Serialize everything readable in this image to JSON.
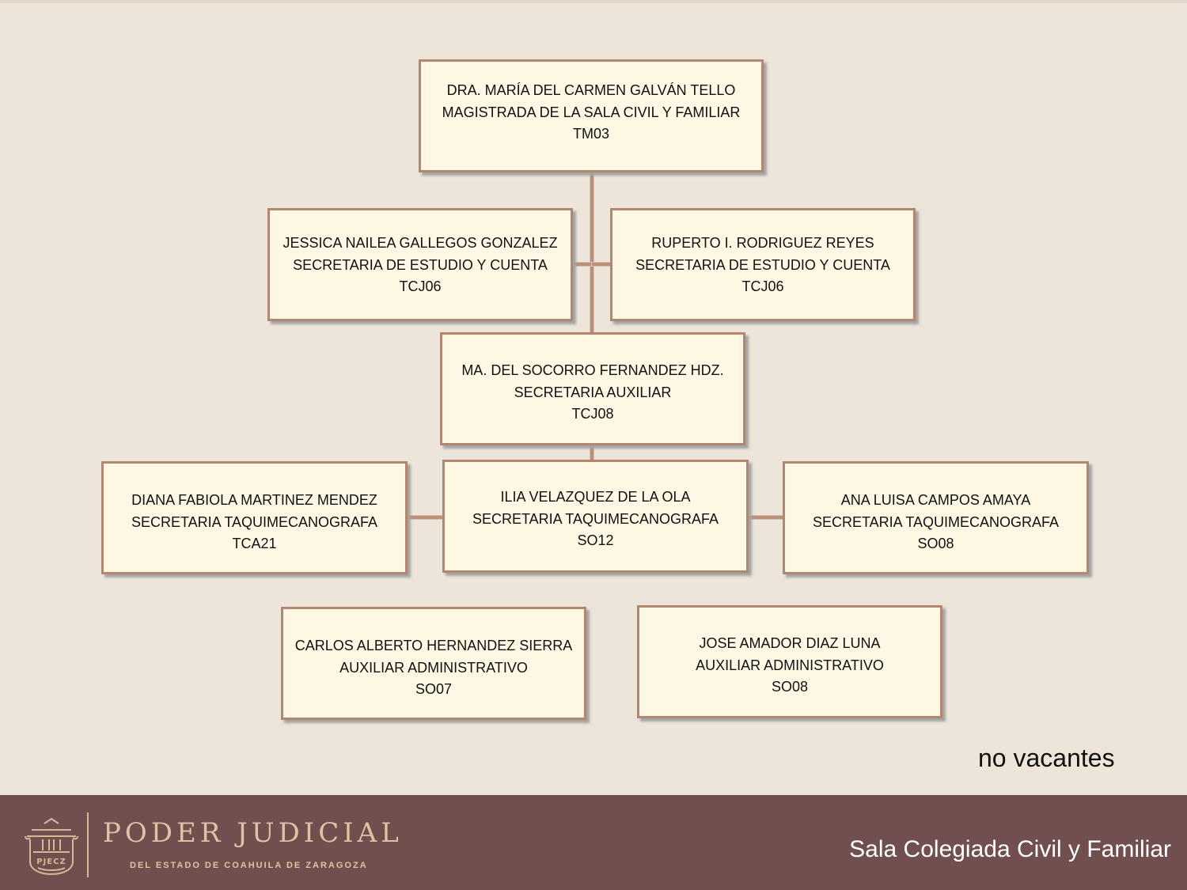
{
  "chart": {
    "nodes": [
      {
        "name": "DRA. MARÍA DEL CARMEN GALVÁN TELLO",
        "role": "MAGISTRADA DE LA SALA CIVIL Y FAMILIAR",
        "code": "TM03"
      },
      {
        "name": "JESSICA NAILEA GALLEGOS GONZALEZ",
        "role": "SECRETARIA DE ESTUDIO Y CUENTA",
        "code": "TCJ06"
      },
      {
        "name": "RUPERTO I. RODRIGUEZ REYES",
        "role": "SECRETARIA DE ESTUDIO Y CUENTA",
        "code": "TCJ06"
      },
      {
        "name": "MA. DEL SOCORRO FERNANDEZ HDZ.",
        "role": "SECRETARIA AUXILIAR",
        "code": "TCJ08"
      },
      {
        "name": "DIANA FABIOLA MARTINEZ  MENDEZ",
        "role": "SECRETARIA TAQUIMECANOGRAFA",
        "code": "TCA21"
      },
      {
        "name": "ILIA  VELAZQUEZ DE LA OLA",
        "role": "SECRETARIA TAQUIMECANOGRAFA",
        "code": "SO12"
      },
      {
        "name": "ANA LUISA  CAMPOS AMAYA",
        "role": "SECRETARIA TAQUIMECANOGRAFA",
        "code": "SO08"
      },
      {
        "name": "CARLOS ALBERTO HERNANDEZ SIERRA",
        "role": "AUXILIAR ADMINISTRATIVO",
        "code": "SO07"
      },
      {
        "name": "JOSE AMADOR  DIAZ LUNA",
        "role": "AUXILIAR ADMINISTRATIVO",
        "code": "SO08"
      }
    ]
  },
  "note": "no vacantes",
  "footer": {
    "institution": "PODER JUDICIAL",
    "subtitle": "DEL ESTADO DE COAHUILA DE ZARAGOZA",
    "logo_text": "PJECZ",
    "department": "Sala Colegiada Civil y Familiar"
  },
  "colors": {
    "background": "#ede5d9",
    "box_fill": "#fdf7e3",
    "box_border": "#b2876f",
    "footer": "#714f4f",
    "footer_text": "#dcc3a4"
  }
}
